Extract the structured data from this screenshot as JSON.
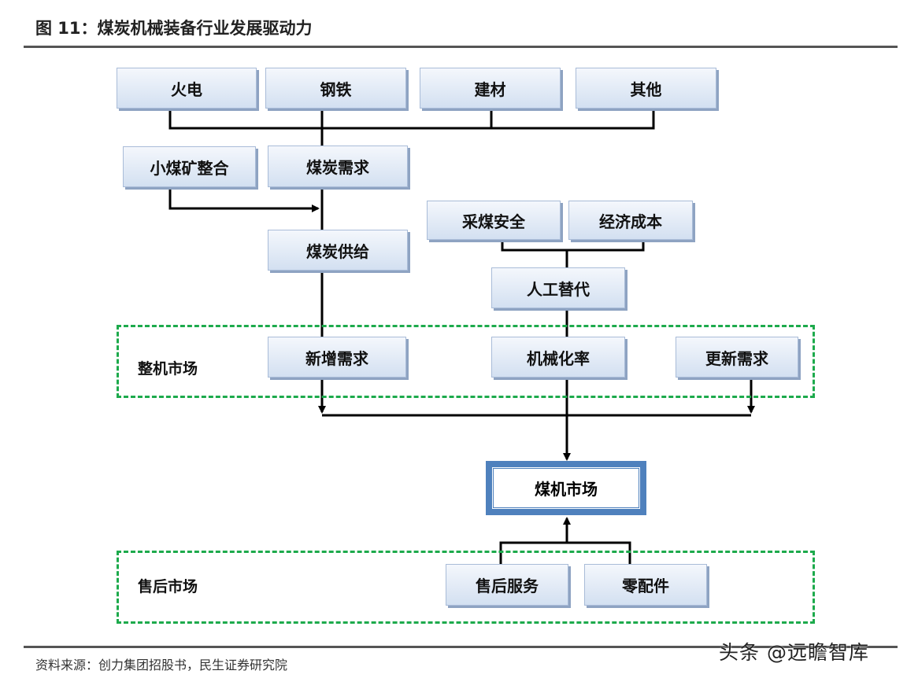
{
  "title": "图 11：煤炭机械装备行业发展驱动力",
  "nodes": {
    "huodian": "火电",
    "gangtie": "钢铁",
    "jiancai": "建材",
    "qita": "其他",
    "xiaomeikuang": "小煤矿整合",
    "meitan_xuqiu": "煤炭需求",
    "meitan_gongji": "煤炭供给",
    "caimei_anquan": "采煤安全",
    "jingji_chengben": "经济成本",
    "rengong_tidai": "人工替代",
    "xinzeng_xuqiu": "新增需求",
    "jixiehua_lv": "机械化率",
    "gengxin_xuqiu": "更新需求",
    "meiji_shichang": "煤机市场",
    "shouhou_fuwu": "售后服务",
    "lingpeijian": "零配件"
  },
  "groups": {
    "zhengji": "整机市场",
    "shouhou": "售后市场"
  },
  "source": "资料来源：创力集团招股书，民生证券研究院",
  "watermark": "头条 @远瞻智库",
  "colors": {
    "dash": "#1daa4c",
    "main_border": "#4f81bd"
  }
}
